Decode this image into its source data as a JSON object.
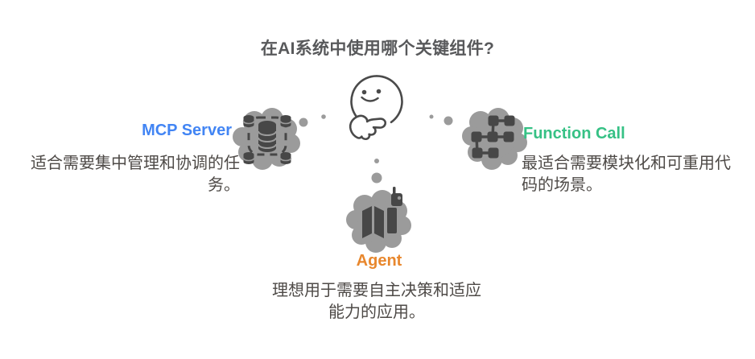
{
  "title": "在AI系统中使用哪个关键组件?",
  "colors": {
    "mcp_blue": "#4285F4",
    "function_green": "#36C185",
    "agent_orange": "#E8872D",
    "cloud_gray": "#9B9B9B",
    "icon_dark": "#474747",
    "ink": "#4A4A4A",
    "title_gray": "#58595B",
    "body_text": "#4E4A47",
    "background": "#FFFFFF"
  },
  "center": {
    "icon": "thinking-face-icon"
  },
  "options": {
    "mcp": {
      "label": "MCP Server",
      "description": "适合需要集中管理和协调的任务。",
      "icon": "database-cluster-icon",
      "color": "#4285F4"
    },
    "function_call": {
      "label": "Function Call",
      "description": "最适合需要模块化和可重用代码的场景。",
      "icon": "workflow-blocks-icon",
      "color": "#36C185"
    },
    "agent": {
      "label": "Agent",
      "description": "理想用于需要自主决策和适应能力的应用。",
      "icon": "map-navigation-icon",
      "color": "#E8872D"
    }
  }
}
